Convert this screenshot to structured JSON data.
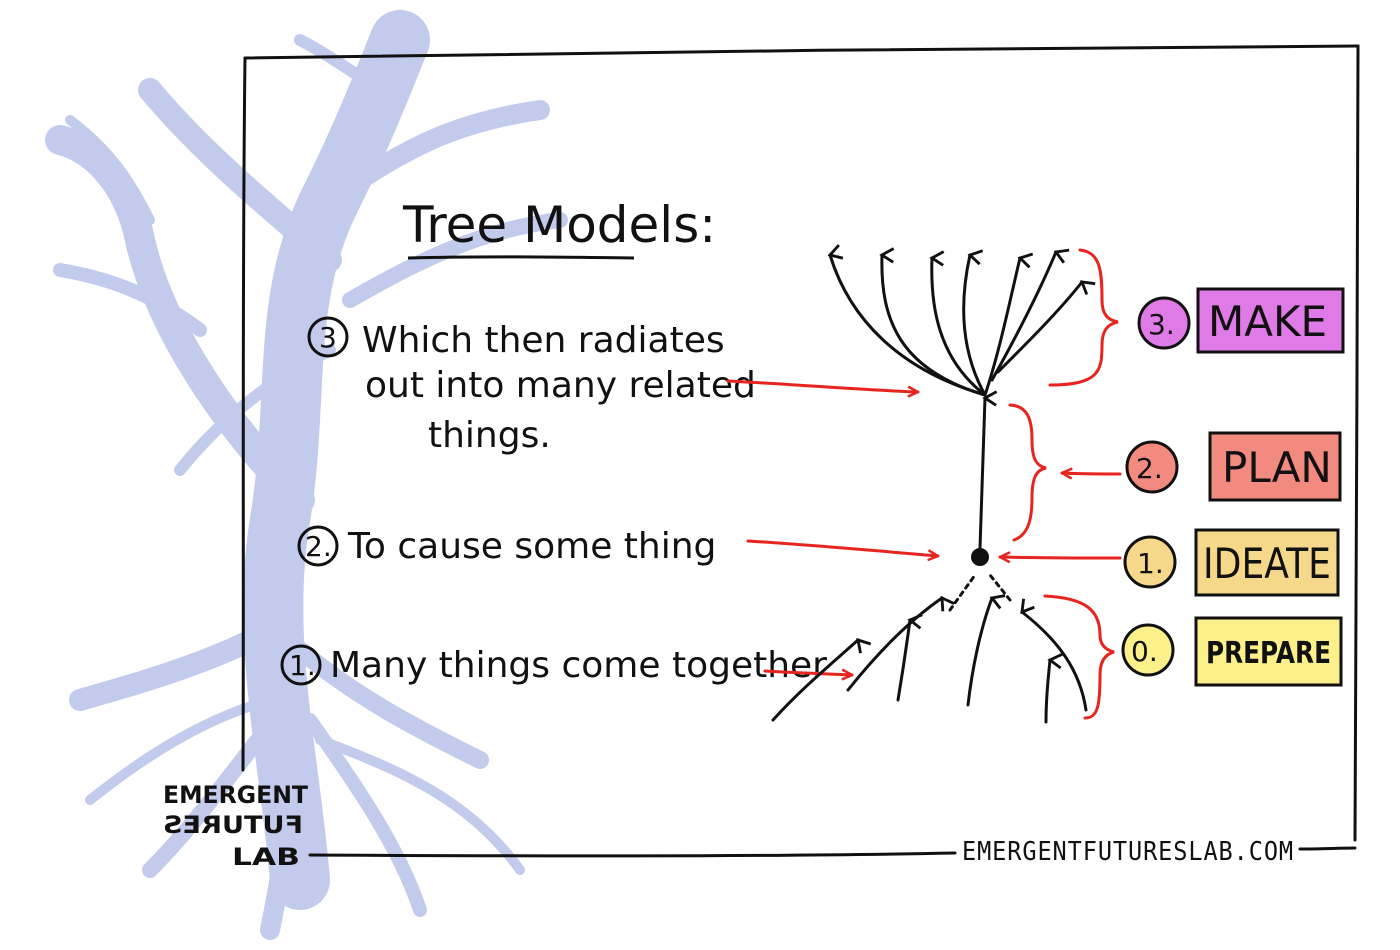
{
  "title": "Tree Models:",
  "steps": [
    {
      "num": "1.",
      "text": "Many things come together"
    },
    {
      "num": "2.",
      "text": "To cause some thing"
    },
    {
      "num": "3",
      "line1": "Which then radiates",
      "line2": "out into many related",
      "line3": "things."
    }
  ],
  "stages": [
    {
      "num": "3.",
      "label": "MAKE",
      "color": "#e07ae6",
      "circle": "#e07ae6"
    },
    {
      "num": "2.",
      "label": "PLAN",
      "color": "#f28a80",
      "circle": "#f28a80"
    },
    {
      "num": "1.",
      "label": "IDEATE",
      "color": "#f6d88a",
      "circle": "#f6d88a"
    },
    {
      "num": "0.",
      "label": "PREPARE",
      "color": "#fbf08a",
      "circle": "#fbf08a"
    }
  ],
  "logo": {
    "line1": "EMERGENT",
    "line2": "FUTURES",
    "line3": "LAB"
  },
  "website": "EMERGENTFUTURESLAB.COM",
  "colors": {
    "arrow": "#e8241f",
    "tree": "#b9c2ea",
    "ink": "#111111"
  }
}
